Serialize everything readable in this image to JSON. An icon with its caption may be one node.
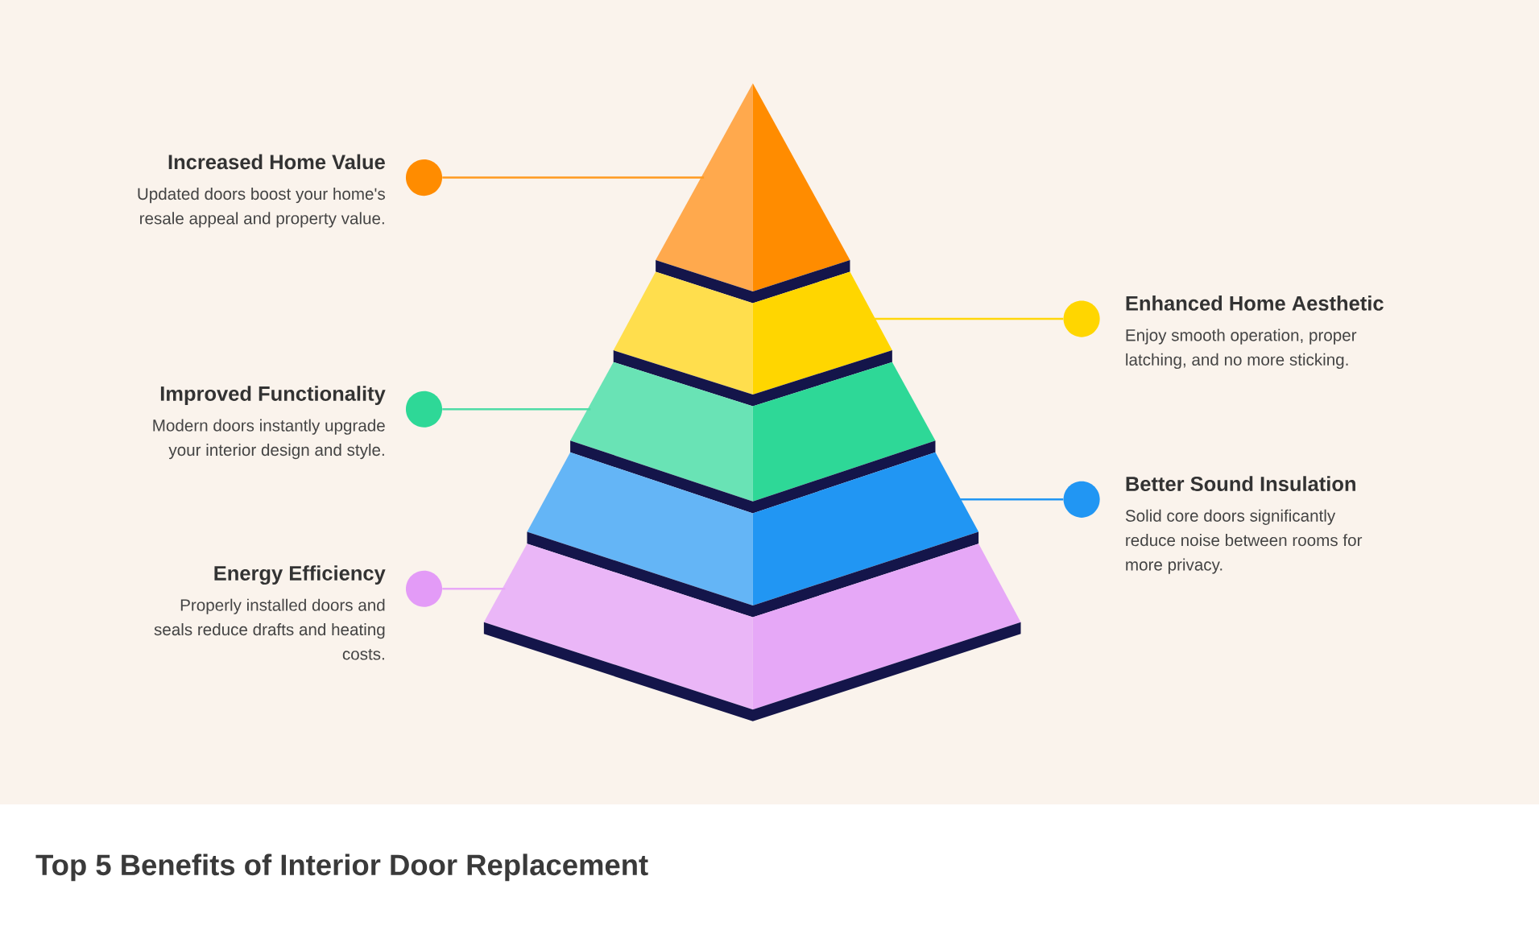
{
  "diagram": {
    "title": "Top 5 Benefits of Interior Door Replacement",
    "nodes": [
      {
        "text": [],
        "shape": "triangle"
      },
      {
        "text": [],
        "shape": "trapezoid"
      },
      {
        "text": [],
        "shape": "trapezoid"
      },
      {
        "text": [],
        "shape": "trapezoid"
      },
      {
        "text": [],
        "shape": "trapezoid"
      },
      {
        "text": [
          "Increased Home Value",
          "Updated doors boost your home's resale appeal and property value."
        ]
      },
      {
        "text": [
          "Enhanced Home Aesthetic",
          "Enjoy smooth operation, proper latching, and no more sticking."
        ]
      },
      {
        "text": [
          "Improved Functionality",
          "Modern doors instantly upgrade your interior design and style."
        ]
      },
      {
        "text": [
          "Better Sound Insulation",
          "Solid core doors significantly reduce noise between rooms for more privacy."
        ]
      },
      {
        "text": [
          "Energy Efficiency",
          "Properly installed doors and seals reduce drafts and heating costs."
        ]
      }
    ],
    "edges": [
      {
        "from": 5,
        "to": 0,
        "arrow": "none",
        "color": "#ff9a1f"
      },
      {
        "from": 6,
        "to": 1,
        "arrow": "none",
        "color": "#ffd60a"
      },
      {
        "from": 7,
        "to": 2,
        "arrow": "none",
        "color": "#4fdca6"
      },
      {
        "from": 8,
        "to": 3,
        "arrow": "none",
        "color": "#2196f3"
      },
      {
        "from": 9,
        "to": 4,
        "arrow": "none",
        "color": "#e8a8f7"
      }
    ]
  }
}
